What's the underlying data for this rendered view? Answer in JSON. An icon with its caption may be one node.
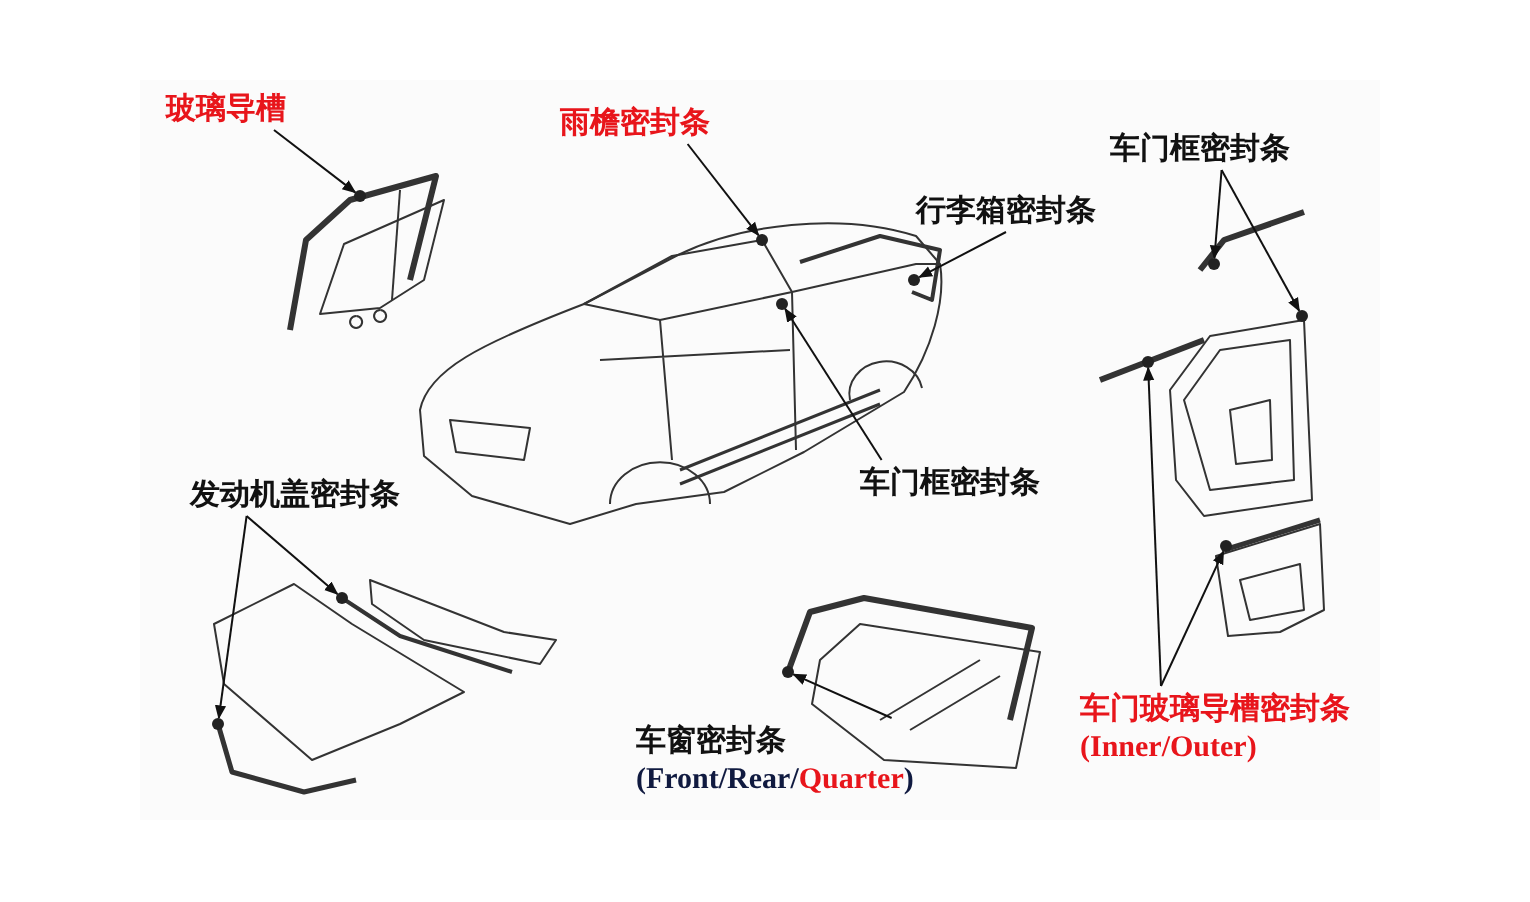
{
  "diagram": {
    "nodes": [
      {
        "text": [
          "玻璃导槽"
        ]
      },
      {
        "text": [],
        "shape": "circle"
      },
      {
        "text": [
          "雨檐密封条"
        ]
      },
      {
        "text": [],
        "shape": "circle"
      },
      {
        "text": [
          "车门框密封条"
        ]
      },
      {
        "text": [],
        "shape": "circle"
      },
      {
        "text": [],
        "shape": "circle"
      },
      {
        "text": [
          "行李箱密封条"
        ]
      },
      {
        "text": [],
        "shape": "circle"
      },
      {
        "text": [],
        "shape": "circle"
      },
      {
        "text": [
          "车门框密封条"
        ]
      },
      {
        "text": [
          "发动机盖密封条"
        ]
      },
      {
        "text": [],
        "shape": "circle"
      },
      {
        "text": [],
        "shape": "circle"
      },
      {
        "text": [],
        "shape": "circle"
      },
      {
        "text": [
          "车窗密封条",
          "(Front/Rear/Quarter)"
        ]
      },
      {
        "text": [],
        "shape": "circle"
      },
      {
        "text": [],
        "shape": "circle"
      },
      {
        "text": [
          "车门玻璃导槽密封条",
          "(Inner/Outer)"
        ]
      }
    ],
    "edges": [
      {
        "from": 0,
        "to": 1,
        "arrow": "to"
      },
      {
        "from": 2,
        "to": 3,
        "arrow": "to"
      },
      {
        "from": 4,
        "to": 5,
        "arrow": "to"
      },
      {
        "from": 4,
        "to": 6,
        "arrow": "to"
      },
      {
        "from": 7,
        "to": 8,
        "arrow": "to"
      },
      {
        "from": 10,
        "to": 9,
        "arrow": "to"
      },
      {
        "from": 11,
        "to": 12,
        "arrow": "to"
      },
      {
        "from": 11,
        "to": 13,
        "arrow": "to"
      },
      {
        "from": 15,
        "to": 14,
        "arrow": "to"
      },
      {
        "from": 18,
        "to": 16,
        "arrow": "to"
      },
      {
        "from": 18,
        "to": 17,
        "arrow": "to"
      }
    ]
  }
}
